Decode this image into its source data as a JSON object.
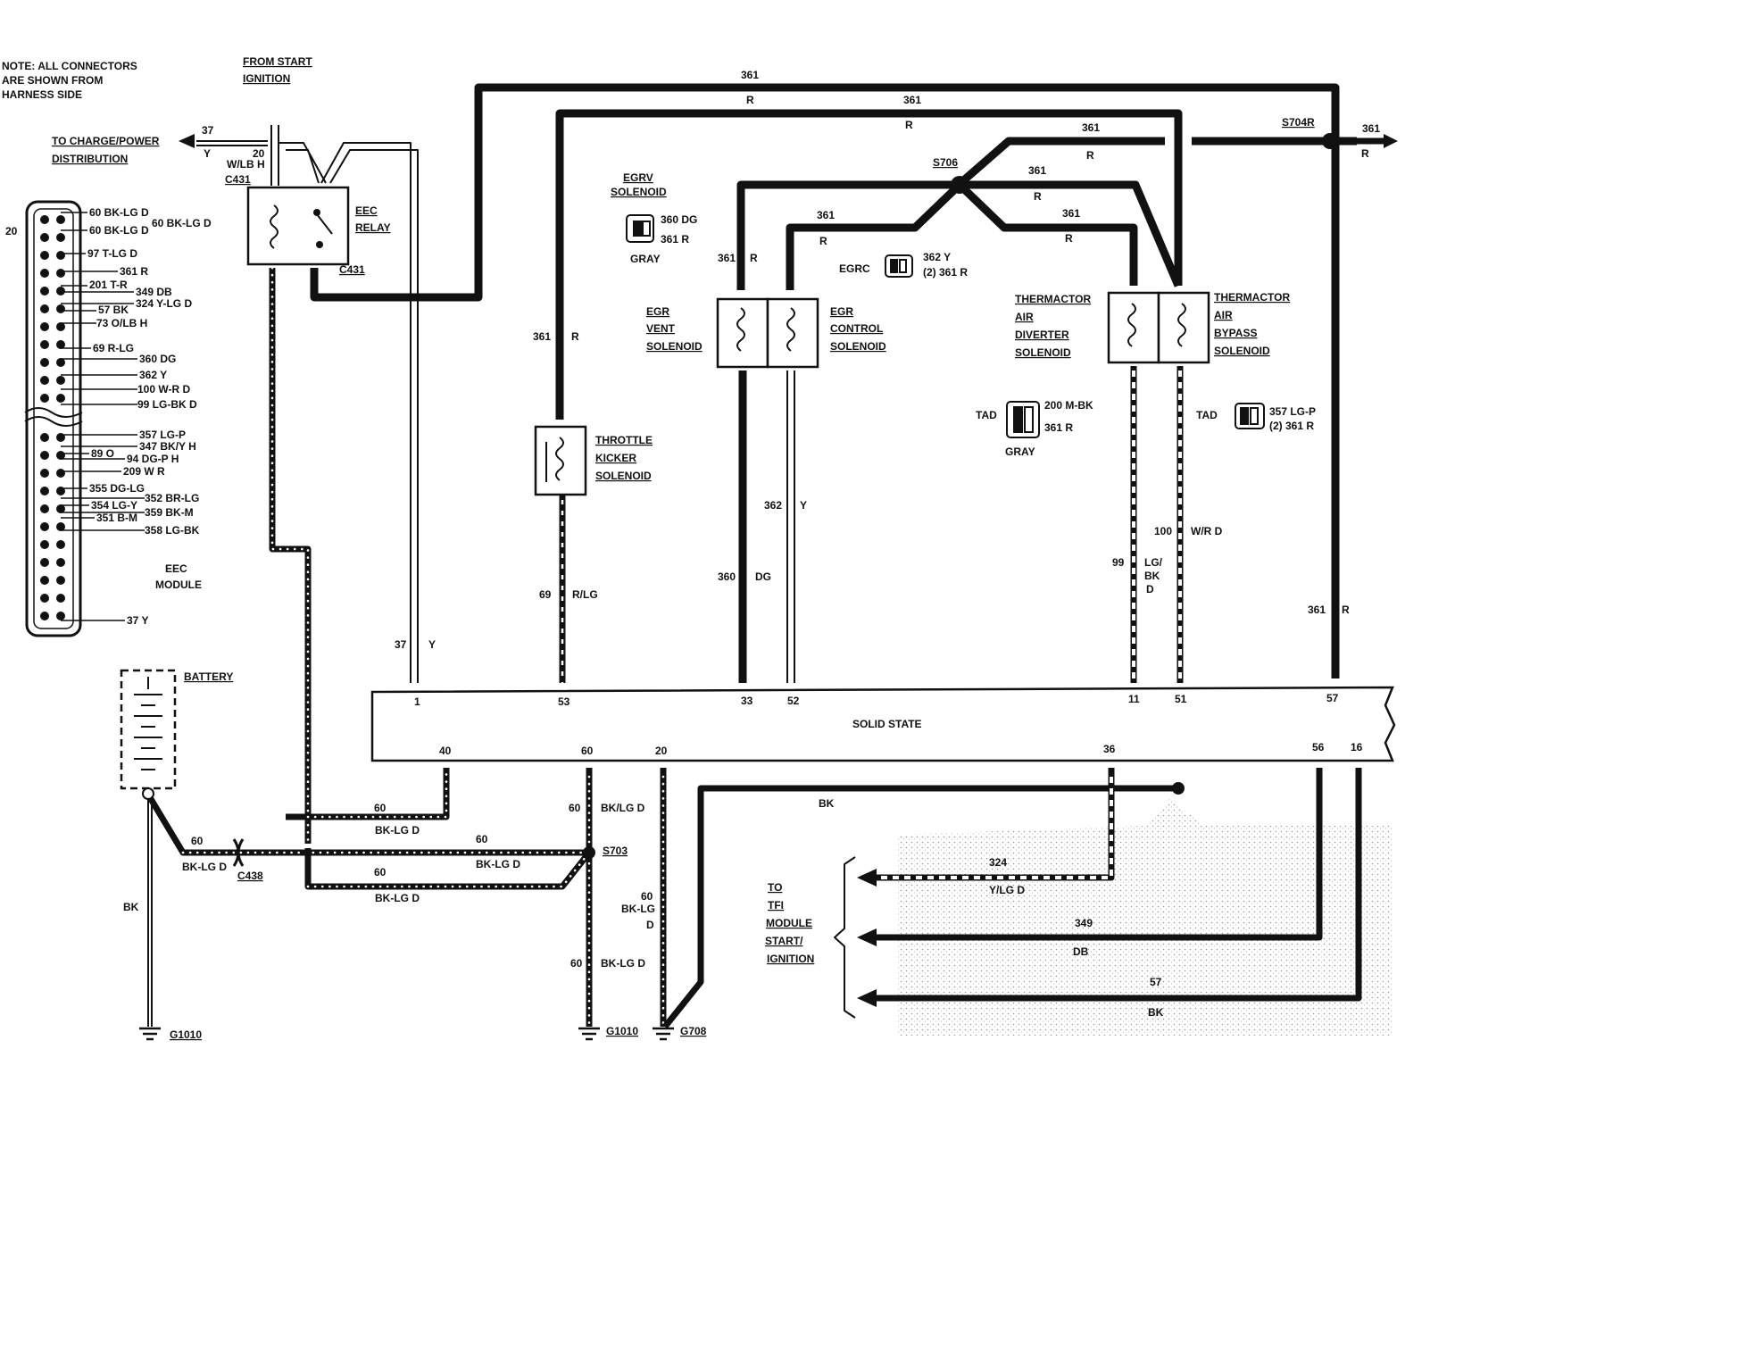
{
  "note": [
    "NOTE: ALL CONNECTORS",
    "ARE SHOWN FROM",
    "HARNESS SIDE"
  ],
  "eec_module": {
    "label": [
      "EEC",
      "MODULE"
    ],
    "pin_20": "20",
    "pins": [
      "60 BK-LG D",
      "60 BK-LG D",
      "60 BK-LG D",
      "97 T-LG D",
      "361 R",
      "201 T-R",
      "349 DB",
      "324 Y-LG D",
      "57 BK",
      "73 O/LB H",
      "69 R-LG",
      "360 DG",
      "362 Y",
      "100 W-R D",
      "99 LG-BK D",
      "357 LG-P",
      "347 BK/Y H",
      "89 O",
      "94 DG-P H",
      "209 W R",
      "355 DG-LG",
      "352 BR-LG",
      "354 LG-Y",
      "359 BK-M",
      "351 B-M",
      "358 LG-BK",
      "37 Y"
    ]
  },
  "labels": {
    "from_start": [
      "FROM START",
      "IGNITION"
    ],
    "to_charge": [
      "TO CHARGE/POWER",
      "DISTRIBUTION"
    ],
    "c431": "C431",
    "eec_relay": [
      "EEC",
      "RELAY"
    ],
    "egrv": [
      "EGRV",
      "SOLENOID"
    ],
    "egrv_pins": [
      "360 DG",
      "361 R"
    ],
    "gray": "GRAY",
    "egrc": "EGRC",
    "egrc_pins": [
      "362 Y",
      "(2) 361 R"
    ],
    "egr_vent": [
      "EGR",
      "VENT",
      "SOLENOID"
    ],
    "egr_control": [
      "EGR",
      "CONTROL",
      "SOLENOID"
    ],
    "thermactor_diverter": [
      "THERMACTOR",
      "AIR",
      "DIVERTER",
      "SOLENOID"
    ],
    "thermactor_bypass": [
      "THERMACTOR",
      "AIR",
      "BYPASS",
      "SOLENOID"
    ],
    "tad": "TAD",
    "tad_pins": [
      "200 M-BK",
      "361 R"
    ],
    "tab_pins": [
      "357 LG-P",
      "(2) 361 R"
    ],
    "throttle_kicker": [
      "THROTTLE",
      "KICKER",
      "SOLENOID"
    ],
    "s704r": "S704R",
    "s706": "S706",
    "s703": "S703",
    "battery": "BATTERY",
    "c438": "C438",
    "g1010": "G1010",
    "g708": "G708",
    "tfi": [
      "TO",
      "TFI",
      "MODULE",
      "START/",
      "IGNITION"
    ]
  },
  "wires": {
    "n361": "361",
    "r": "R",
    "w37_num": "37",
    "w37_color": "Y",
    "w20_num": "20",
    "w20_color": "W/LB H",
    "w362": "362",
    "w362_color": "Y",
    "w360": "360",
    "w360_color": "DG",
    "w69": "69",
    "w69_color": "R/LG",
    "w100": "100",
    "w100_color": "W/R D",
    "w99": "99",
    "w99_color": [
      "LG/",
      "BK",
      "D"
    ],
    "w60": "60",
    "bklg": "BK-LG D",
    "bklg_slash": "BK/LG D",
    "bklg_split": [
      "BK-LG",
      "D"
    ],
    "bk": "BK",
    "w324": "324",
    "w324_color": "Y/LG D",
    "w349": "349",
    "w349_color": "DB",
    "w57": "57"
  },
  "module": {
    "label": "SOLID STATE",
    "top_pins": [
      "1",
      "53",
      "33",
      "52",
      "11",
      "51",
      "57"
    ],
    "bottom_pins": [
      "40",
      "60",
      "20",
      "36",
      "56",
      "16"
    ]
  }
}
